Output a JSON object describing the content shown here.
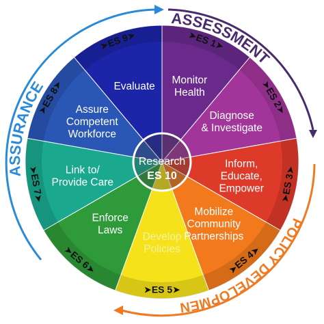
{
  "center": {
    "line1": "Research",
    "line2": "ES 10"
  },
  "arc_labels": {
    "assessment": "ASSESSMENT",
    "policy": "POLICY DEVELOPMENT",
    "assurance": "ASSURANCE"
  },
  "segments": [
    {
      "es": "ES 1",
      "lines": [
        "Monitor",
        "Health"
      ],
      "color": "#6a2a8c"
    },
    {
      "es": "ES 2",
      "lines": [
        "Diagnose",
        "& Investigate"
      ],
      "color": "#a2359a"
    },
    {
      "es": "ES 3",
      "lines": [
        "Inform,",
        "Educate,",
        "Empower"
      ],
      "color": "#dd3a2a"
    },
    {
      "es": "ES 4",
      "lines": [
        "Mobilize",
        "Community",
        "Partnerships"
      ],
      "color": "#f27a1d"
    },
    {
      "es": "ES 5",
      "lines": [
        "Develop",
        "Policies"
      ],
      "color": "#f5e21a"
    },
    {
      "es": "ES 6",
      "lines": [
        "Enforce",
        "Laws"
      ],
      "color": "#2f9a3a"
    },
    {
      "es": "ES 7",
      "lines": [
        "Link to/",
        "Provide Care"
      ],
      "color": "#1aa98f"
    },
    {
      "es": "ES 8",
      "lines": [
        "Assure",
        "Competent",
        "Workforce"
      ],
      "color": "#2a56b5"
    },
    {
      "es": "ES 9",
      "lines": [
        "Evaluate"
      ],
      "color": "#1c24a8"
    }
  ],
  "colors": {
    "assessment": "#4a2a6e",
    "policy": "#f07a22",
    "assurance": "#2a8ad8"
  }
}
